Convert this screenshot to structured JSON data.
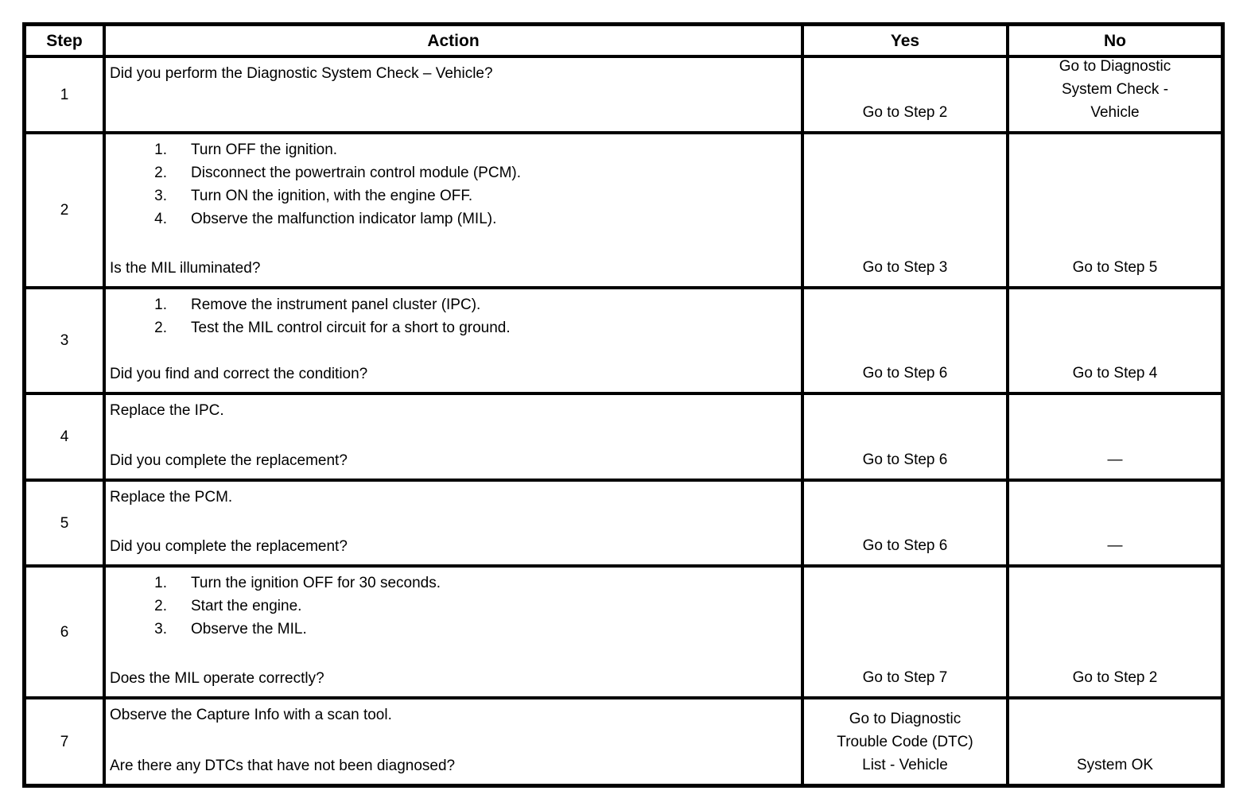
{
  "table": {
    "headers": {
      "step": "Step",
      "action": "Action",
      "yes": "Yes",
      "no": "No"
    },
    "rows": [
      {
        "step": "1",
        "action_text": "Did you perform the Diagnostic System Check – Vehicle?",
        "action_list": [],
        "action_list_numbers": [],
        "action_question": "",
        "yes": "Go to Step 2",
        "no": "Go to Diagnostic System Check - Vehicle"
      },
      {
        "step": "2",
        "action_text": "",
        "action_list": [
          "Turn OFF the ignition.",
          "Disconnect the powertrain control module (PCM).",
          "Turn ON the ignition, with the engine OFF.",
          "Observe the malfunction indicator lamp (MIL)."
        ],
        "action_list_numbers": [
          "1.",
          "2.",
          "3.",
          "4."
        ],
        "action_question": "Is the MIL illuminated?",
        "yes": "Go to Step 3",
        "no": "Go to Step 5"
      },
      {
        "step": "3",
        "action_text": "",
        "action_list": [
          "Remove the instrument panel cluster (IPC).",
          "Test the MIL control circuit for a short to ground."
        ],
        "action_list_numbers": [
          "1.",
          "2."
        ],
        "action_question": "Did you find and correct the condition?",
        "yes": "Go to Step 6",
        "no": "Go to Step 4"
      },
      {
        "step": "4",
        "action_text": "Replace the IPC.",
        "action_list": [],
        "action_list_numbers": [],
        "action_question": "Did you complete the replacement?",
        "yes": "Go to Step 6",
        "no": "—"
      },
      {
        "step": "5",
        "action_text": "Replace the PCM.",
        "action_list": [],
        "action_list_numbers": [],
        "action_question": "Did you complete the replacement?",
        "yes": "Go to Step 6",
        "no": "—"
      },
      {
        "step": "6",
        "action_text": "",
        "action_list": [
          "Turn the ignition OFF for 30 seconds.",
          "Start the engine.",
          "Observe the MIL."
        ],
        "action_list_numbers": [
          "1.",
          "2.",
          "3."
        ],
        "action_question": "Does the MIL operate correctly?",
        "yes": "Go to Step 7",
        "no": "Go to Step 2"
      },
      {
        "step": "7",
        "action_text": "Observe the Capture Info with a scan tool.",
        "action_list": [],
        "action_list_numbers": [],
        "action_question": "Are there any DTCs that have not been diagnosed?",
        "yes": "Go to Diagnostic Trouble Code (DTC) List - Vehicle",
        "no": "System OK"
      }
    ]
  }
}
